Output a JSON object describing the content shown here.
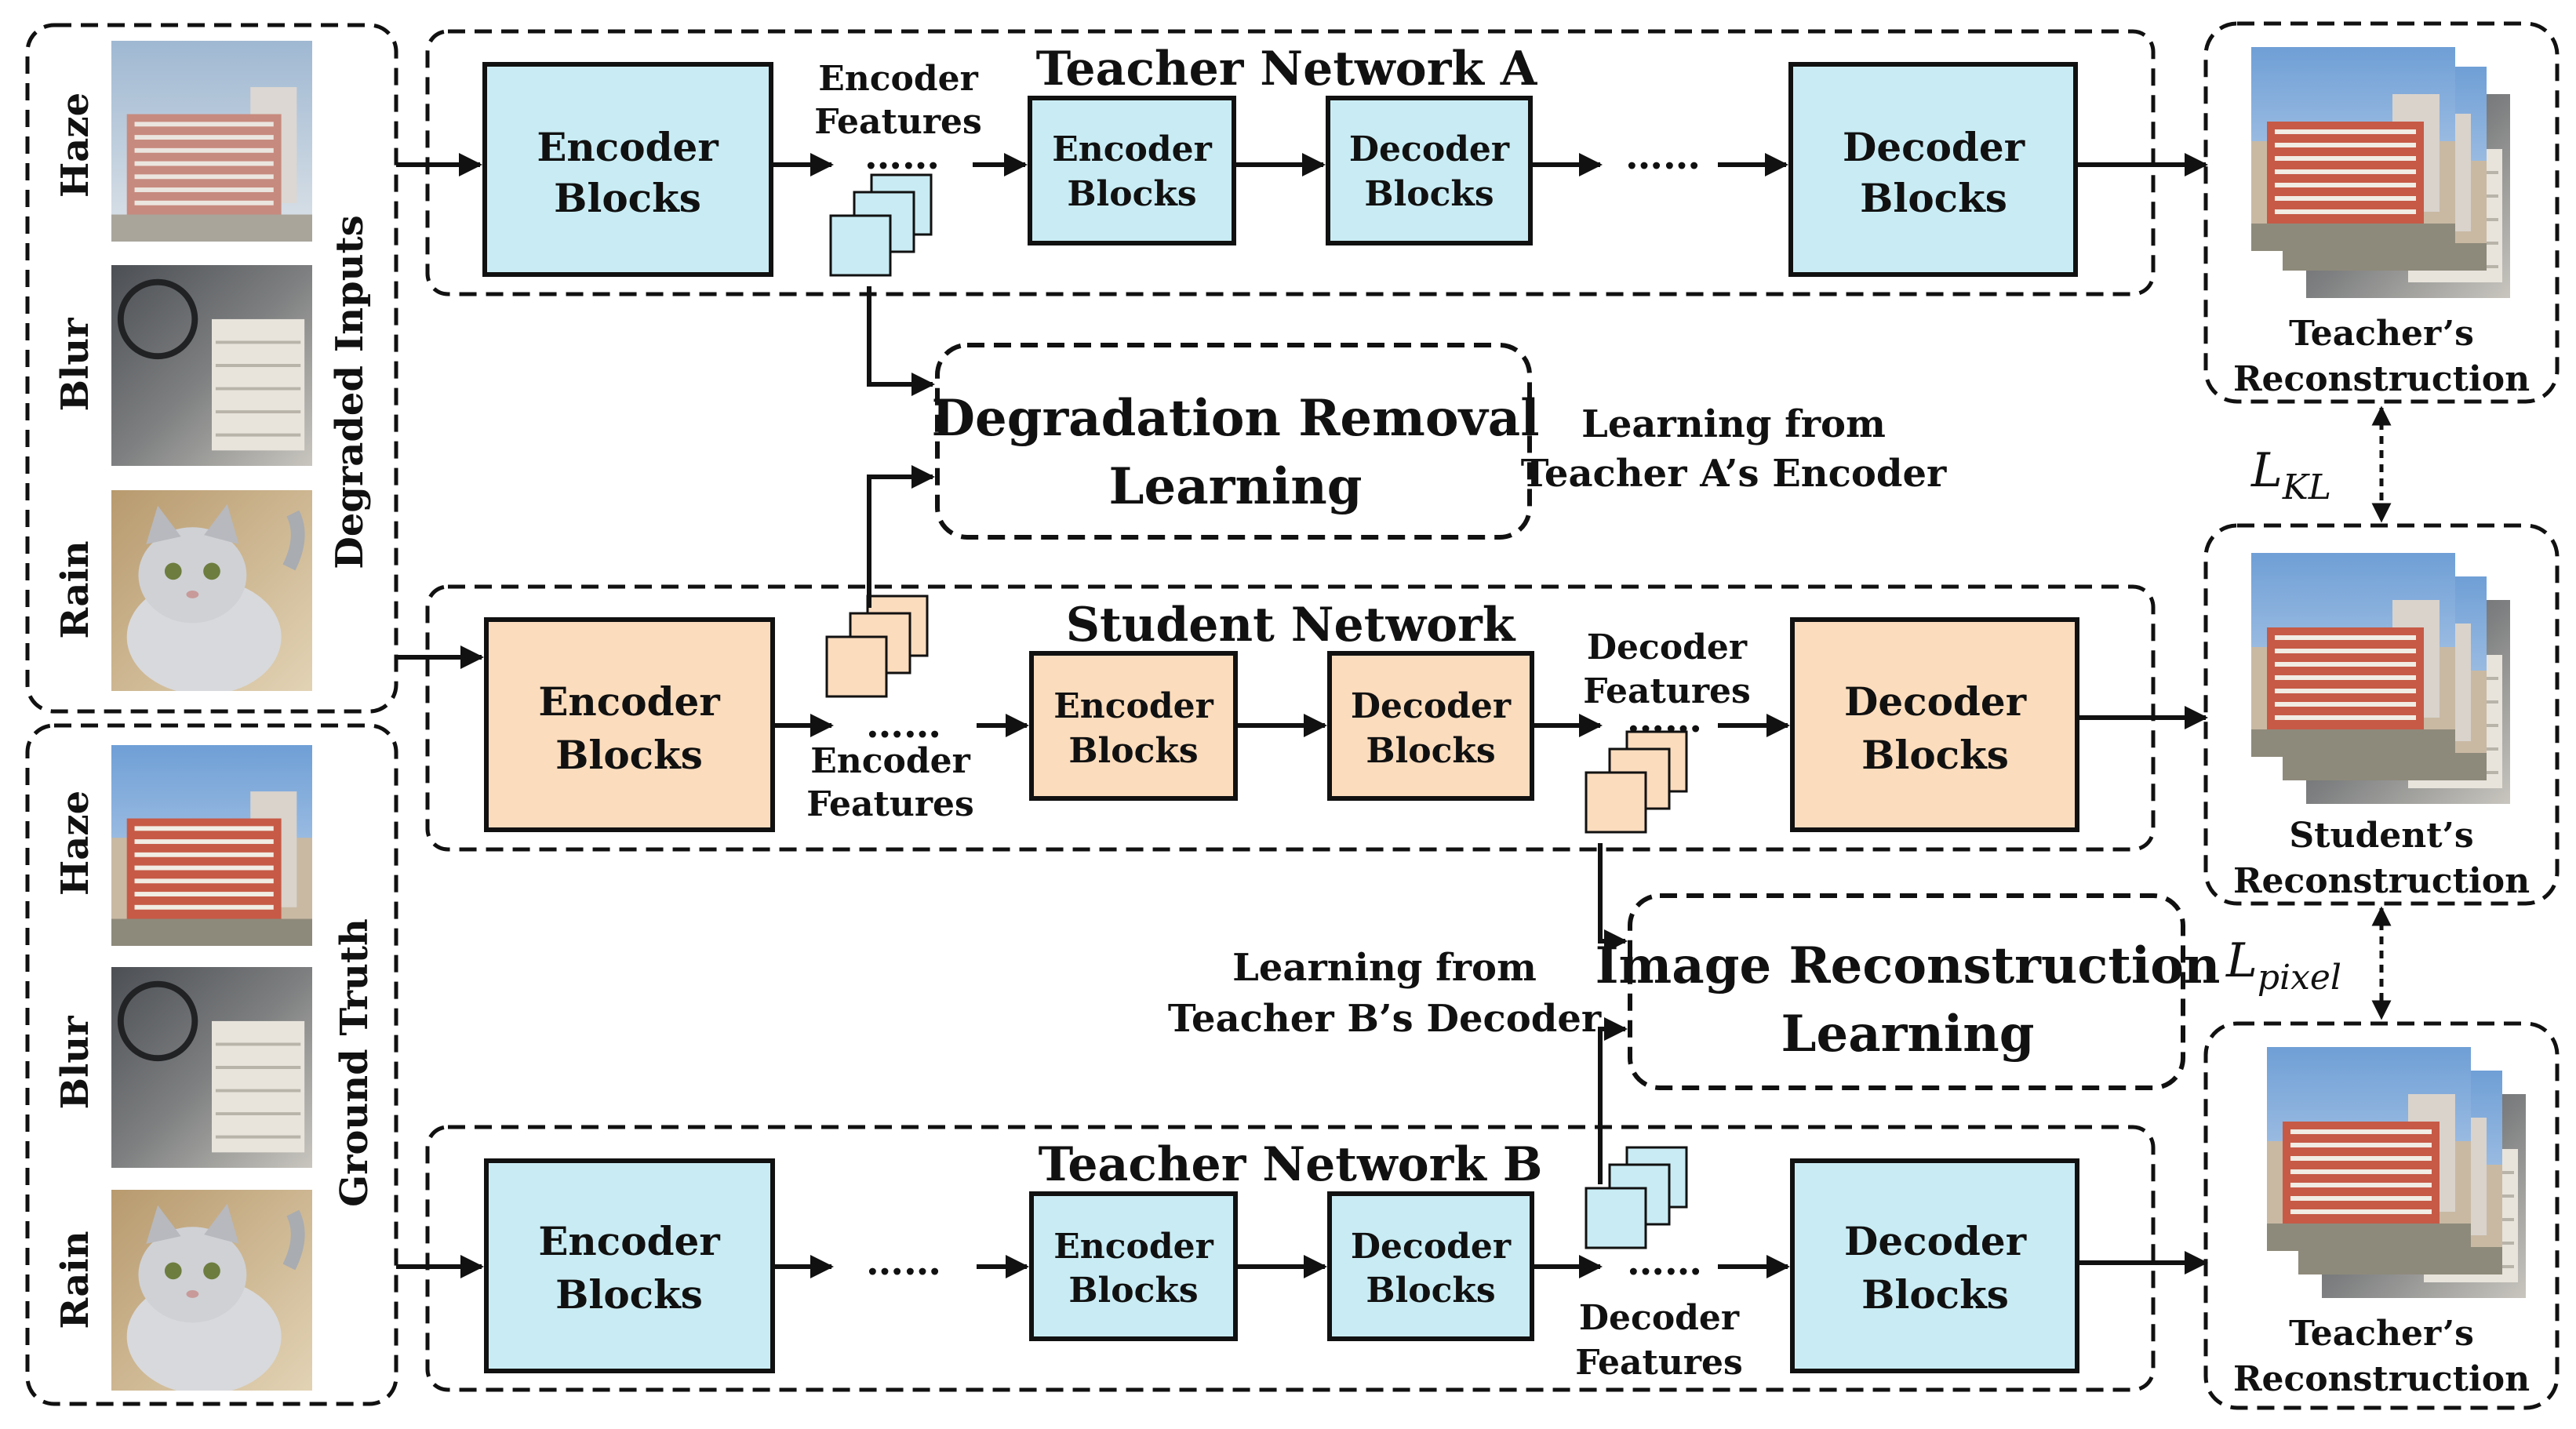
{
  "colors": {
    "teacher_block": "#c9ecf4",
    "student_block": "#fbdcbd",
    "degradation_box": "#b4c4e6",
    "reconstruction_box": "#f7a47e",
    "outline": "#111111"
  },
  "inputs": {
    "group_label": "Degraded Inputs",
    "items": [
      {
        "label": "Haze",
        "picture": "haze-city-photo"
      },
      {
        "label": "Blur",
        "picture": "blur-street-photo"
      },
      {
        "label": "Rain",
        "picture": "rain-cat-photo"
      }
    ]
  },
  "ground_truth": {
    "group_label": "Ground Truth",
    "items": [
      {
        "label": "Haze",
        "picture": "clear-city-photo"
      },
      {
        "label": "Blur",
        "picture": "sharp-street-photo"
      },
      {
        "label": "Rain",
        "picture": "clean-cat-photo"
      }
    ]
  },
  "teacher_a": {
    "title": "Teacher Network A",
    "blocks": [
      {
        "line1": "Encoder",
        "line2": "Blocks"
      },
      {
        "line1": "Encoder",
        "line2": "Blocks"
      },
      {
        "line1": "Decoder",
        "line2": "Blocks"
      },
      {
        "line1": "Decoder",
        "line2": "Blocks"
      }
    ],
    "features": {
      "line1": "Encoder",
      "line2": "Features"
    },
    "ellipsis": "……"
  },
  "student": {
    "title": "Student Network",
    "blocks": [
      {
        "line1": "Encoder",
        "line2": "Blocks"
      },
      {
        "line1": "Encoder",
        "line2": "Blocks"
      },
      {
        "line1": "Decoder",
        "line2": "Blocks"
      },
      {
        "line1": "Decoder",
        "line2": "Blocks"
      }
    ],
    "encoder_features": {
      "line1": "Encoder",
      "line2": "Features"
    },
    "decoder_features": {
      "line1": "Decoder",
      "line2": "Features"
    },
    "ellipsis": "……"
  },
  "teacher_b": {
    "title": "Teacher Network B",
    "blocks": [
      {
        "line1": "Encoder",
        "line2": "Blocks"
      },
      {
        "line1": "Encoder",
        "line2": "Blocks"
      },
      {
        "line1": "Decoder",
        "line2": "Blocks"
      },
      {
        "line1": "Decoder",
        "line2": "Blocks"
      }
    ],
    "features": {
      "line1": "Decoder",
      "line2": "Features"
    },
    "ellipsis": "……"
  },
  "degradation_removal": {
    "line1": "Degradation Removal",
    "line2": "Learning",
    "note_line1": "Learning from",
    "note_line2": "Teacher A’s Encoder"
  },
  "image_reconstruction": {
    "line1": "Image Reconstruction",
    "line2": "Learning",
    "note_line1": "Learning from",
    "note_line2": "Teacher B’s Decoder"
  },
  "outputs": {
    "teacher_a": {
      "line1": "Teacher’s",
      "line2": "Reconstruction"
    },
    "student": {
      "line1": "Student’s",
      "line2": "Reconstruction"
    },
    "teacher_b": {
      "line1": "Teacher’s",
      "line2": "Reconstruction"
    }
  },
  "losses": {
    "kl": {
      "symbol": "L",
      "subscript": "KL"
    },
    "pixel": {
      "symbol": "L",
      "subscript": "pixel"
    }
  }
}
